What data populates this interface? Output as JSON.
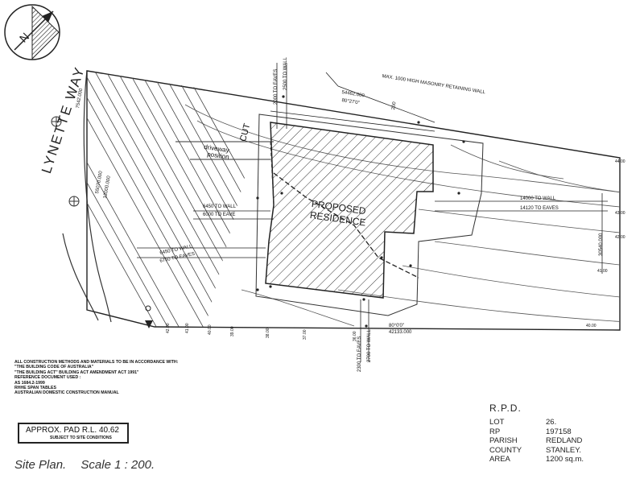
{
  "street_name": "LYNETTE WAY",
  "building_label_1": "PROPOSED",
  "building_label_2": "RESIDENCE",
  "driveway_label_1": "driveway",
  "driveway_label_2": "position",
  "cut_label": "CUT",
  "retaining_wall": "MAX. 1000 HIGH MASONRY RETAINING WALL",
  "dims": {
    "top_coord": "54462.000",
    "top_bearing": "80°27'0\"",
    "top_200": "200",
    "wall_1": "2000 TO EAVES",
    "wall_2": "2500 TO WALL",
    "right_wall": "14000 TO WALL",
    "right_eaves": "14120 TO EAVES",
    "right_dist": "30540.000",
    "left_1": "6450 TO WALL",
    "left_2": "6000 TO EAVE",
    "left_3": "6450 TO WALL",
    "left_4": "6750 TO EAVES",
    "left_coord_1": "55070.000",
    "left_coord_2": "12000.000",
    "bottom_1": "2700 TO WALL",
    "bottom_2": "2300 TO EAVES",
    "bottom_bearing": "80°0'0\"",
    "bottom_coord": "42133.000",
    "left_dim": "7542.000",
    "contour_labels": [
      "42.00",
      "41.00",
      "40.00",
      "39.00",
      "38.00",
      "37.00",
      "36.00"
    ],
    "right_contours": [
      "44.00",
      "43.00",
      "42.00",
      "41.00",
      "40.00"
    ]
  },
  "notes": [
    "ALL CONSTRUCTION METHODS AND MATERIALS TO BE IN ACCORDANCE WITH:",
    "     \"THE BUILDING CODE OF AUSTRALIA\"",
    "     \"THE BUILDING ACT\" BUILDING ACT AMENDMENT ACT 1991\"",
    "REFERENCE DOCUMENT USED :",
    "     AS 1684.2-1999",
    "     RHHE SPAN TABLES",
    "     AUSTRALIAN DOMESTIC CONSTRUCTION MANUAL"
  ],
  "pad": {
    "main": "APPROX. PAD R.L. 40.62",
    "sub": "SUBJECT TO SITE CONDITIONS"
  },
  "caption": {
    "title": "Site Plan.",
    "scale": "Scale 1 : 200."
  },
  "rpd": {
    "title": "R.P.D.",
    "rows": [
      {
        "k": "LOT",
        "v": "26."
      },
      {
        "k": "RP",
        "v": "197158"
      },
      {
        "k": "PARISH",
        "v": "REDLAND"
      },
      {
        "k": "COUNTY",
        "v": "STANLEY."
      },
      {
        "k": "AREA",
        "v": "1200 sq.m."
      }
    ]
  }
}
